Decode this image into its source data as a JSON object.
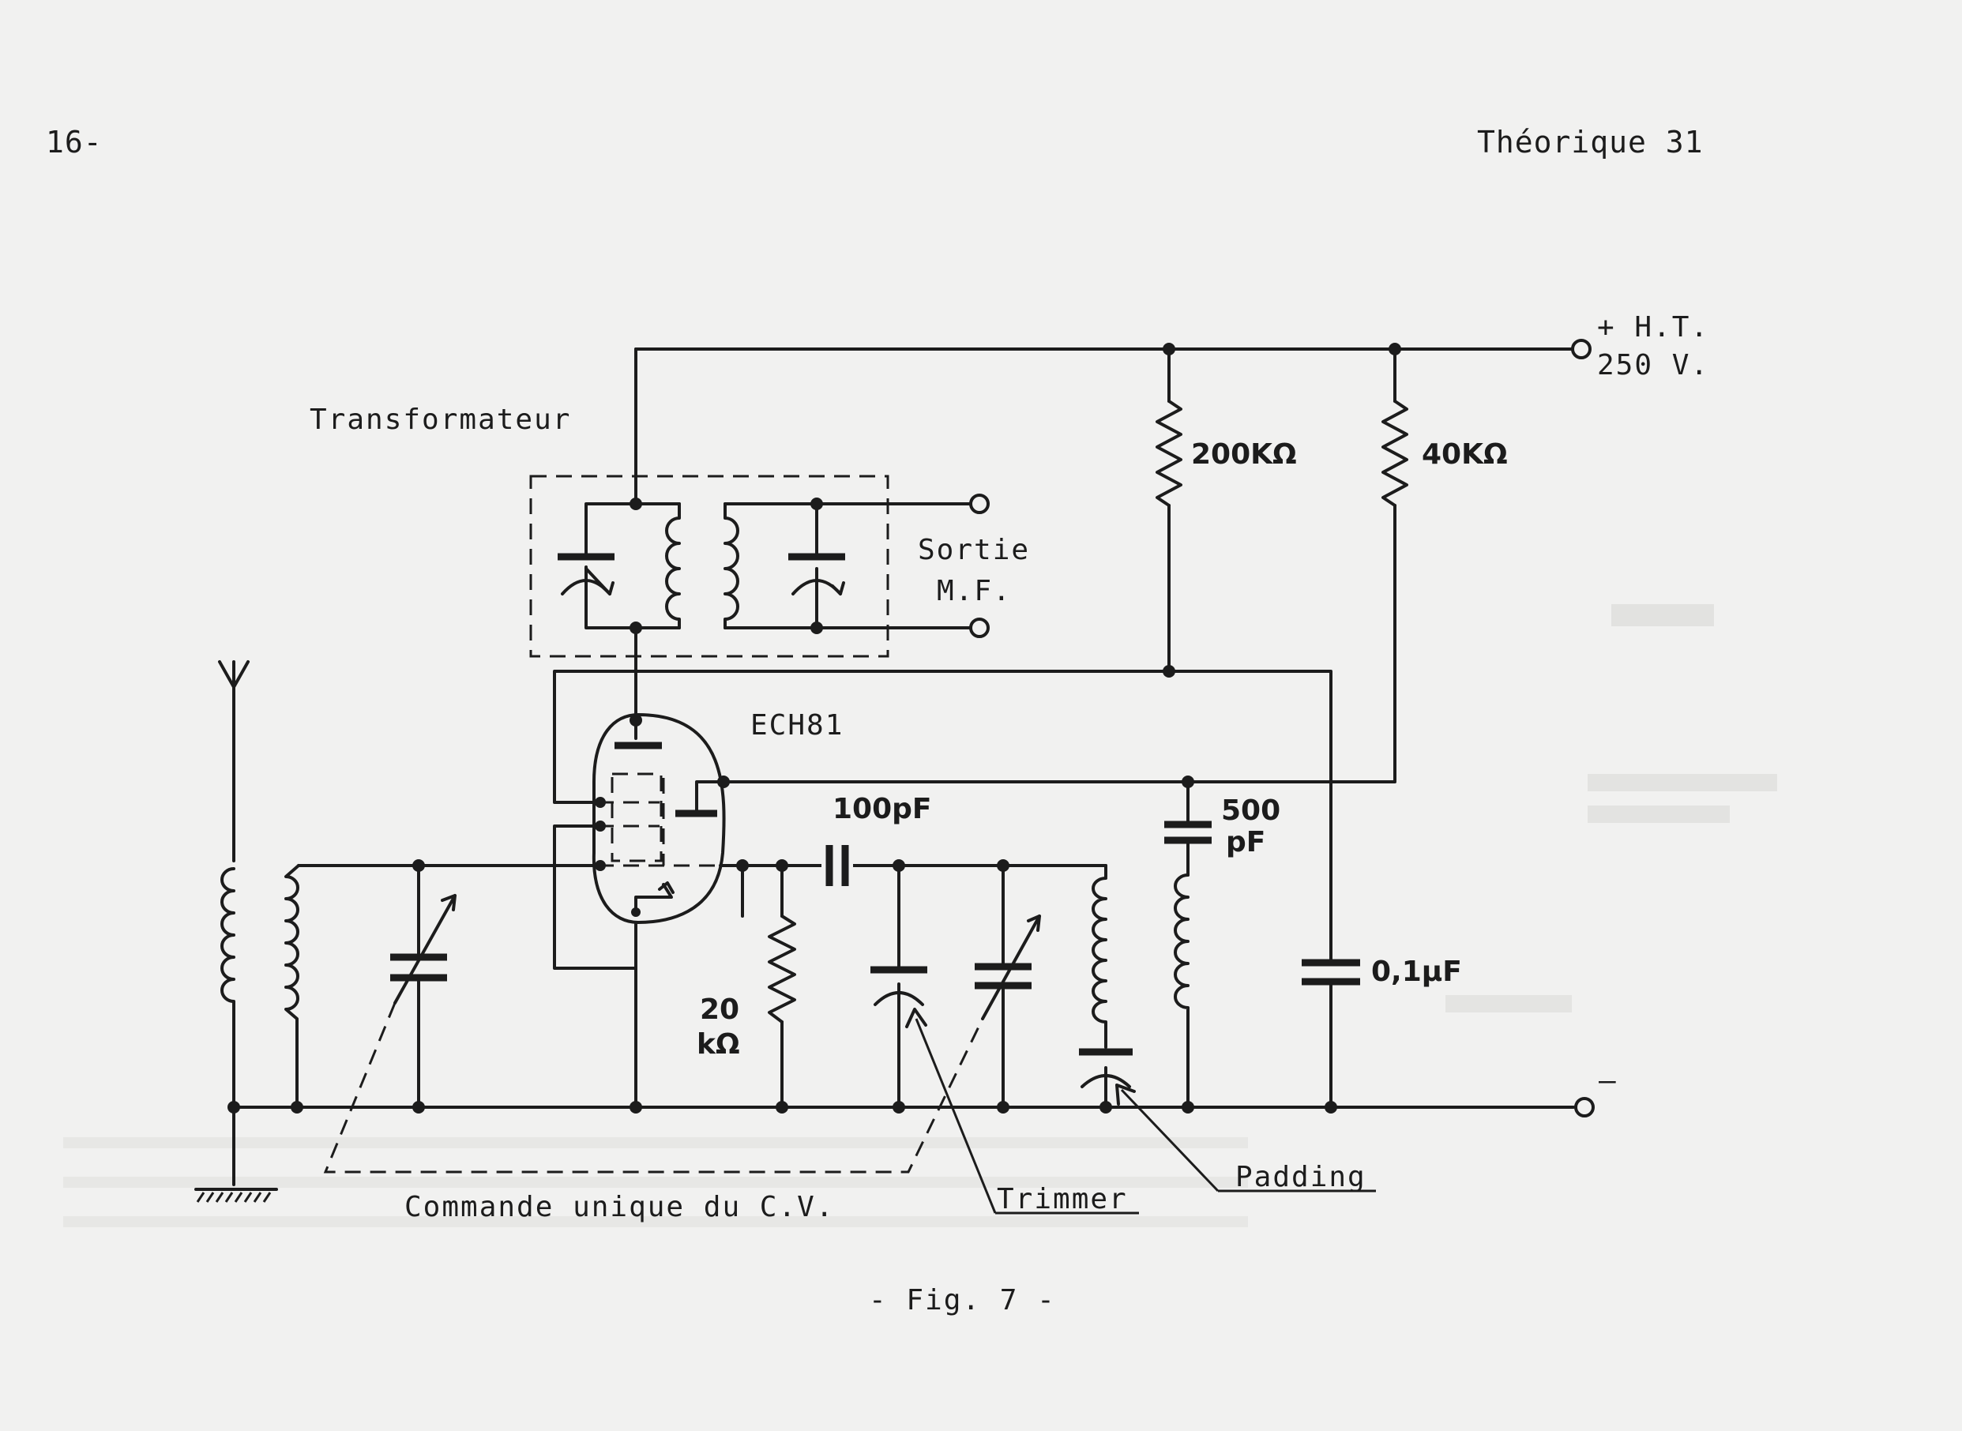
{
  "header": {
    "page_number": "16-",
    "title": "Théorique 31"
  },
  "labels": {
    "supply_line1": "+ H.T.",
    "supply_line2": "250 V.",
    "transformer": "Transformateur",
    "output_line1": "Sortie",
    "output_line2": "M.F.",
    "tube": "ECH81",
    "r1": "200KΩ",
    "r2": "40KΩ",
    "c_coupling": "100pF",
    "c_500_line1": "500",
    "c_500_line2": "pF",
    "c_decoupling": "0,1μF",
    "r_grid_line1": "20",
    "r_grid_line2": "kΩ",
    "minus_sign": "–",
    "padding": "Padding",
    "trimmer": "Trimmer",
    "gang": "Commande unique du C.V."
  },
  "caption": "- Fig. 7 -"
}
